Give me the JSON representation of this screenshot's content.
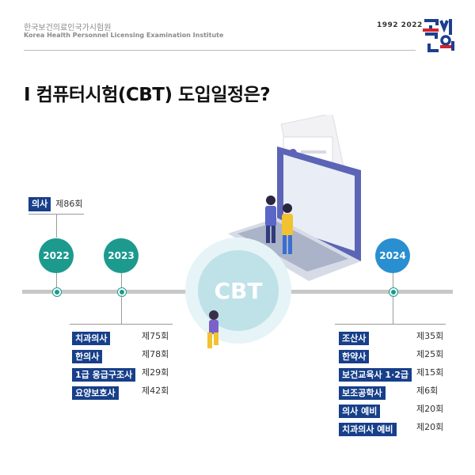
{
  "header": {
    "org_kr": "한국보건의료인국가시험원",
    "org_en": "Korea Health Personnel Licensing Examination Institute",
    "years": "1992  2022",
    "logo_text": "국시원"
  },
  "title": "I 컴퓨터시험(CBT) 도입일정은?",
  "center_label": "CBT",
  "timeline": {
    "year_2022": "2022",
    "year_2023": "2023",
    "year_2024": "2024"
  },
  "group_2022": [
    {
      "name": "의사",
      "round": "제86회"
    }
  ],
  "group_2023": [
    {
      "name": "치과의사",
      "round": "제75회"
    },
    {
      "name": "한의사",
      "round": "제78회"
    },
    {
      "name": "1급 응급구조사",
      "round": "제29회"
    },
    {
      "name": "요양보호사",
      "round": "제42회"
    }
  ],
  "group_2024": [
    {
      "name": "조산사",
      "round": "제35회"
    },
    {
      "name": "한약사",
      "round": "제25회"
    },
    {
      "name": "보건교육사 1·2급",
      "round": "제15회"
    },
    {
      "name": "보조공학사",
      "round": "제6회"
    },
    {
      "name": "의사 예비",
      "round": "제20회"
    },
    {
      "name": "치과의사 예비",
      "round": "제20회"
    }
  ],
  "colors": {
    "teal": "#1d9a8e",
    "blue": "#2a8fd0",
    "tag_navy": "#173f8a",
    "logo_red": "#d2232a",
    "logo_navy": "#1c3f8f"
  }
}
